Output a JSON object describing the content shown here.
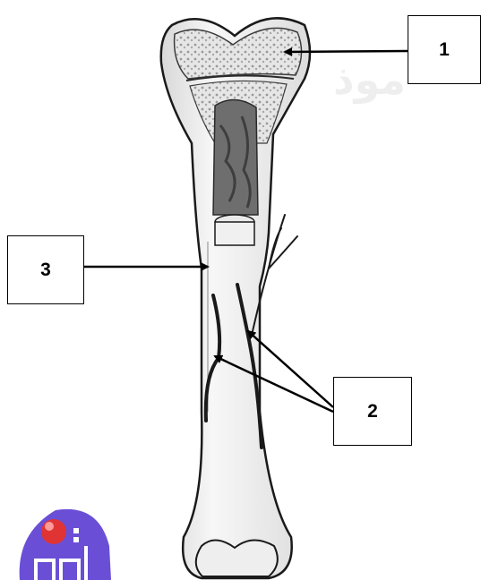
{
  "diagram": {
    "labels": {
      "one": "1",
      "two": "2",
      "three": "3"
    },
    "watermark_text": "موذ",
    "colors": {
      "outline": "#1a1a1a",
      "bone_fill": "#f4f4f4",
      "spongy_fill": "#d9d9d9",
      "marrow_fill": "#6e6e6e",
      "logo_purple": "#6a4fd6",
      "logo_red": "#e03434"
    }
  }
}
